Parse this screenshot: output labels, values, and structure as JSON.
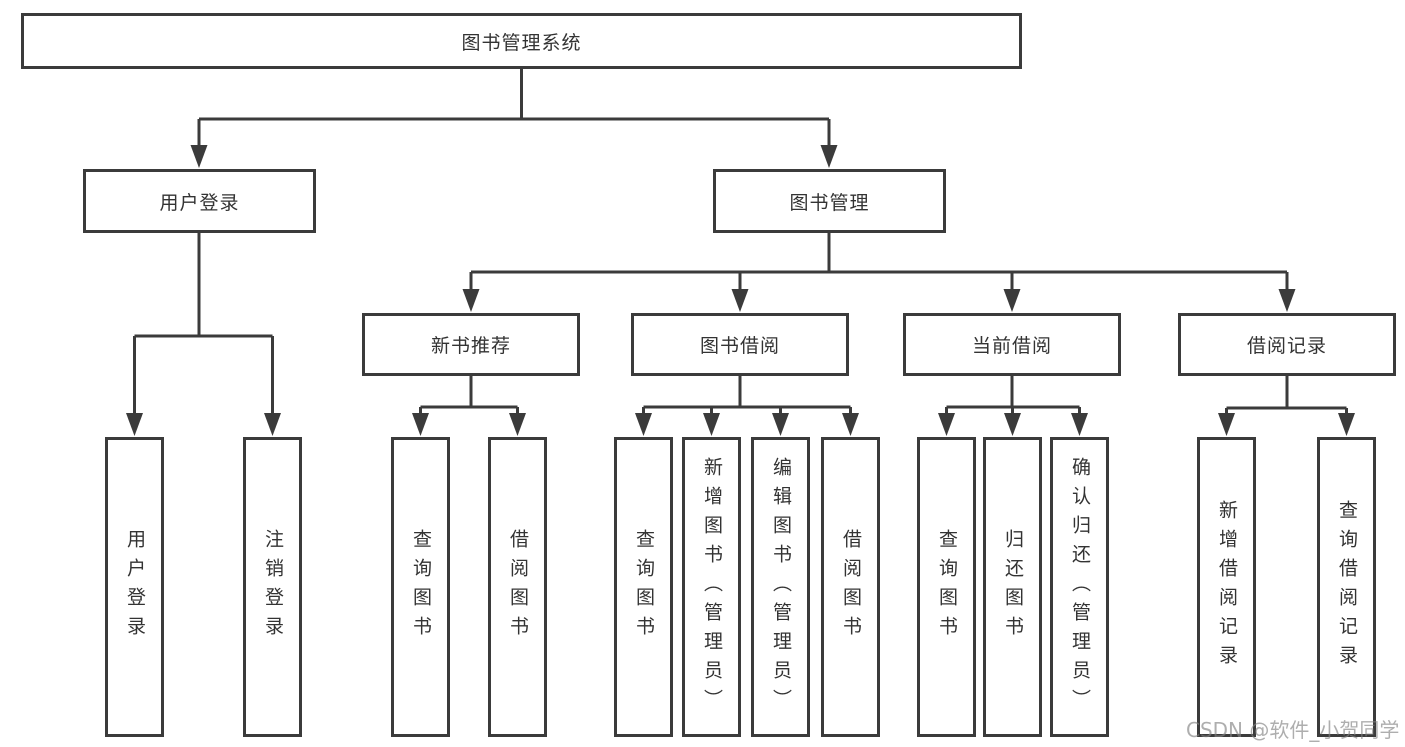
{
  "tree": {
    "root": {
      "label": "图书管理系统"
    },
    "children": [
      {
        "label": "用户登录",
        "children": [
          {
            "label": "用户登录"
          },
          {
            "label": "注销登录"
          }
        ]
      },
      {
        "label": "图书管理",
        "children": [
          {
            "label": "新书推荐",
            "children": [
              {
                "label": "查询图书"
              },
              {
                "label": "借阅图书"
              }
            ]
          },
          {
            "label": "图书借阅",
            "children": [
              {
                "label": "查询图书"
              },
              {
                "label": "新增图书（管理员）"
              },
              {
                "label": "编辑图书（管理员）"
              },
              {
                "label": "借阅图书"
              }
            ]
          },
          {
            "label": "当前借阅",
            "children": [
              {
                "label": "查询图书"
              },
              {
                "label": "归还图书"
              },
              {
                "label": "确认归还（管理员）"
              }
            ]
          },
          {
            "label": "借阅记录",
            "children": [
              {
                "label": "新增借阅记录"
              },
              {
                "label": "查询借阅记录"
              }
            ]
          }
        ]
      }
    ]
  },
  "watermark": {
    "text": "CSDN @软件_小贺同学"
  },
  "colors": {
    "line": "#3b3b3b",
    "border": "#3b3b3b",
    "text": "#333333",
    "background": "#ffffff",
    "watermark": "#828282"
  }
}
